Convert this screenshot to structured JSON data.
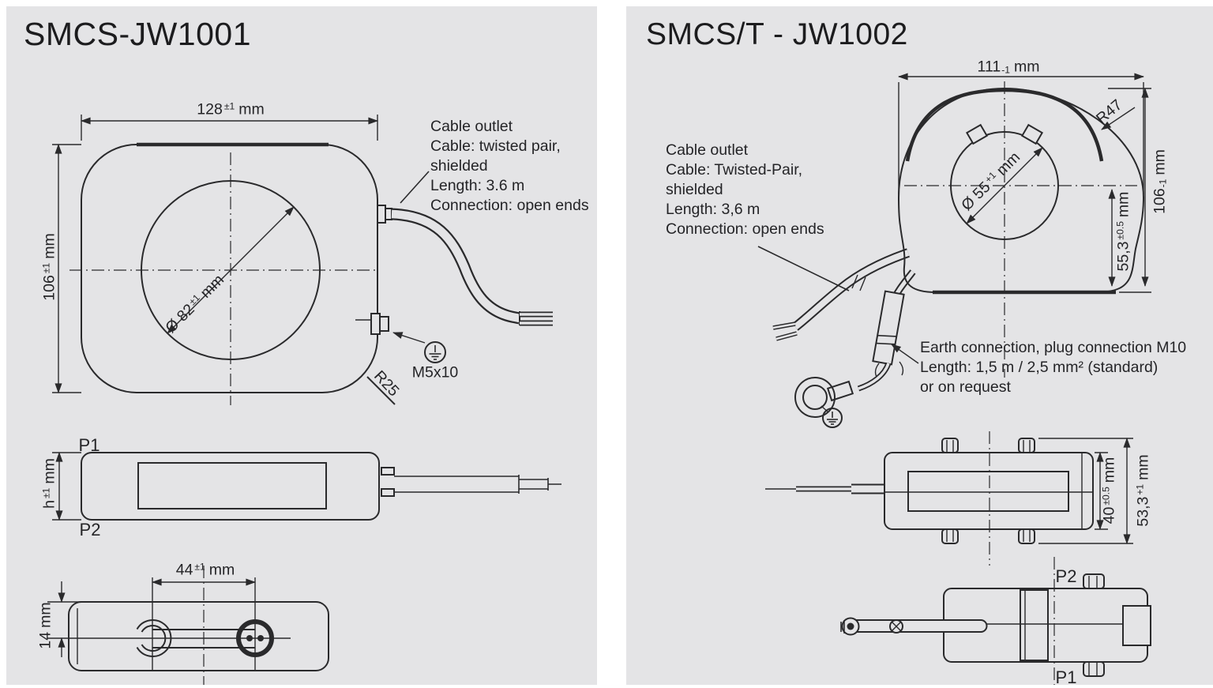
{
  "colors": {
    "page_bg": "#ffffff",
    "panel_bg": "#e4e4e6",
    "line": "#2a2a2c"
  },
  "left": {
    "title": "SMCS-JW1001",
    "front": {
      "dim_width": {
        "value": "128",
        "tol": "±1",
        "unit": "mm"
      },
      "dim_height": {
        "value": "106",
        "tol": "±1",
        "unit": "mm"
      },
      "dim_inner_diameter": {
        "value": "Ø 82",
        "tol": "±1",
        "unit": "mm"
      },
      "radius_label": "R25",
      "earth_screw_label": "M5x10",
      "cable_note": {
        "lines": [
          "Cable outlet",
          "Cable: twisted pair,",
          "shielded",
          "Length: 3.6 m",
          "Connection: open ends"
        ]
      }
    },
    "side": {
      "p1": "P1",
      "p2": "P2",
      "dim_height": {
        "value": "h",
        "tol": "±1",
        "unit": "mm"
      }
    },
    "bottom": {
      "dim_spacing": {
        "value": "44",
        "tol": "±1",
        "unit": "mm"
      },
      "dim_edge": {
        "value": "14",
        "unit": "mm"
      }
    }
  },
  "right": {
    "title": "SMCS/T - JW1002",
    "front": {
      "dim_width": {
        "value": "111",
        "tol": "-1",
        "unit": "mm"
      },
      "dim_height": {
        "value": "106",
        "tol": "-1",
        "unit": "mm"
      },
      "dim_center_to_bottom": {
        "value": "55,3",
        "tol": "±0.5",
        "unit": "mm"
      },
      "dim_inner_diameter": {
        "value": "Ø 55",
        "tol": "+1",
        "unit": "mm"
      },
      "radius_label": "R47",
      "cable_note": {
        "lines": [
          "Cable outlet",
          "Cable: Twisted-Pair,",
          "shielded",
          "Length: 3,6 m",
          "Connection: open ends"
        ]
      },
      "earth_note": {
        "lines": [
          "Earth connection, plug connection M10",
          "Length: 1,5 m / 2,5 mm² (standard)",
          "or on request"
        ]
      }
    },
    "side": {
      "dim_body_height": {
        "value": "40",
        "tol": "±0.5",
        "unit": "mm"
      },
      "dim_total_height": {
        "value": "53,3",
        "tol": "+1",
        "unit": "mm"
      }
    },
    "bottom": {
      "p1": "P1",
      "p2": "P2"
    }
  }
}
